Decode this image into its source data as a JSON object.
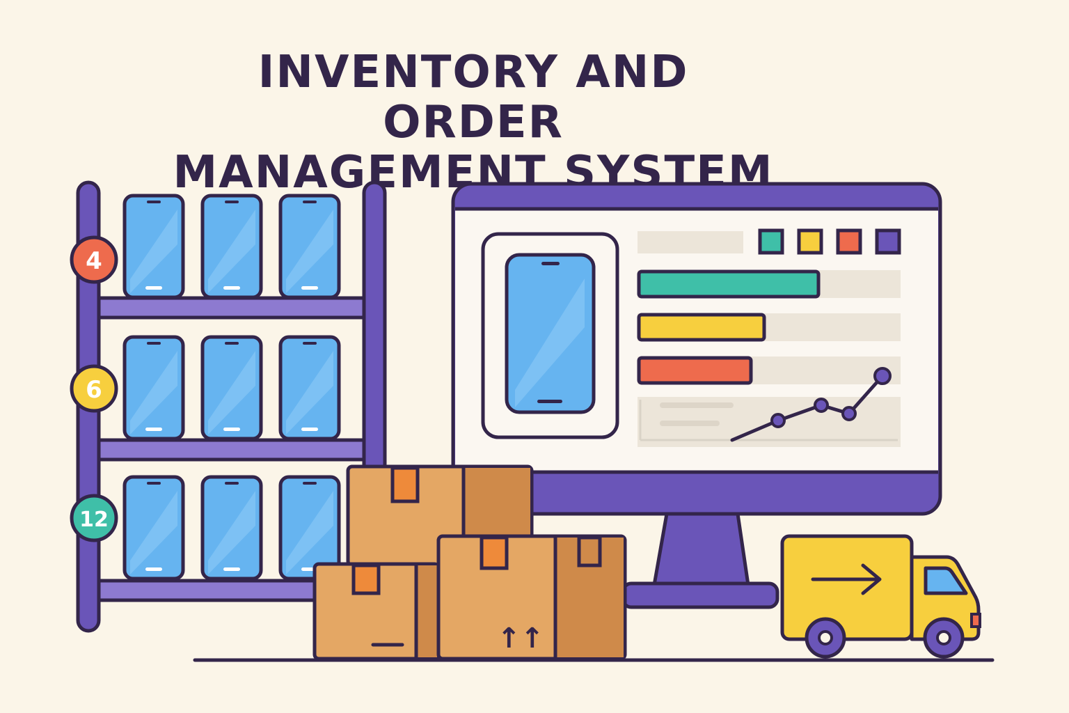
{
  "title": {
    "line1": "INVENTORY AND ORDER",
    "line2": "MANAGEMENT SYSTEM"
  },
  "shelf": {
    "badges": [
      {
        "label": "4",
        "color": "#ee6b4d"
      },
      {
        "label": "6",
        "color": "#f7cf3e"
      },
      {
        "label": "12",
        "color": "#3fbfa8"
      }
    ]
  },
  "monitor": {
    "legend_colors": [
      "#3fbfa8",
      "#f7cf3e",
      "#ee6b4d",
      "#6a55b8"
    ],
    "bar_levels": [
      {
        "color": "#3fbfa8",
        "level": 0.69
      },
      {
        "color": "#f7cf3e",
        "level": 0.48
      },
      {
        "color": "#ee6b4d",
        "level": 0.43
      }
    ]
  },
  "boxes": {
    "fragile_mark": "↑↑"
  },
  "colors": {
    "background": "#fbf5e8",
    "outline": "#33254a",
    "accent": "#6a55b8",
    "phone": "#66b4f0",
    "box": "#e4a764",
    "truck": "#f7cf3e"
  }
}
